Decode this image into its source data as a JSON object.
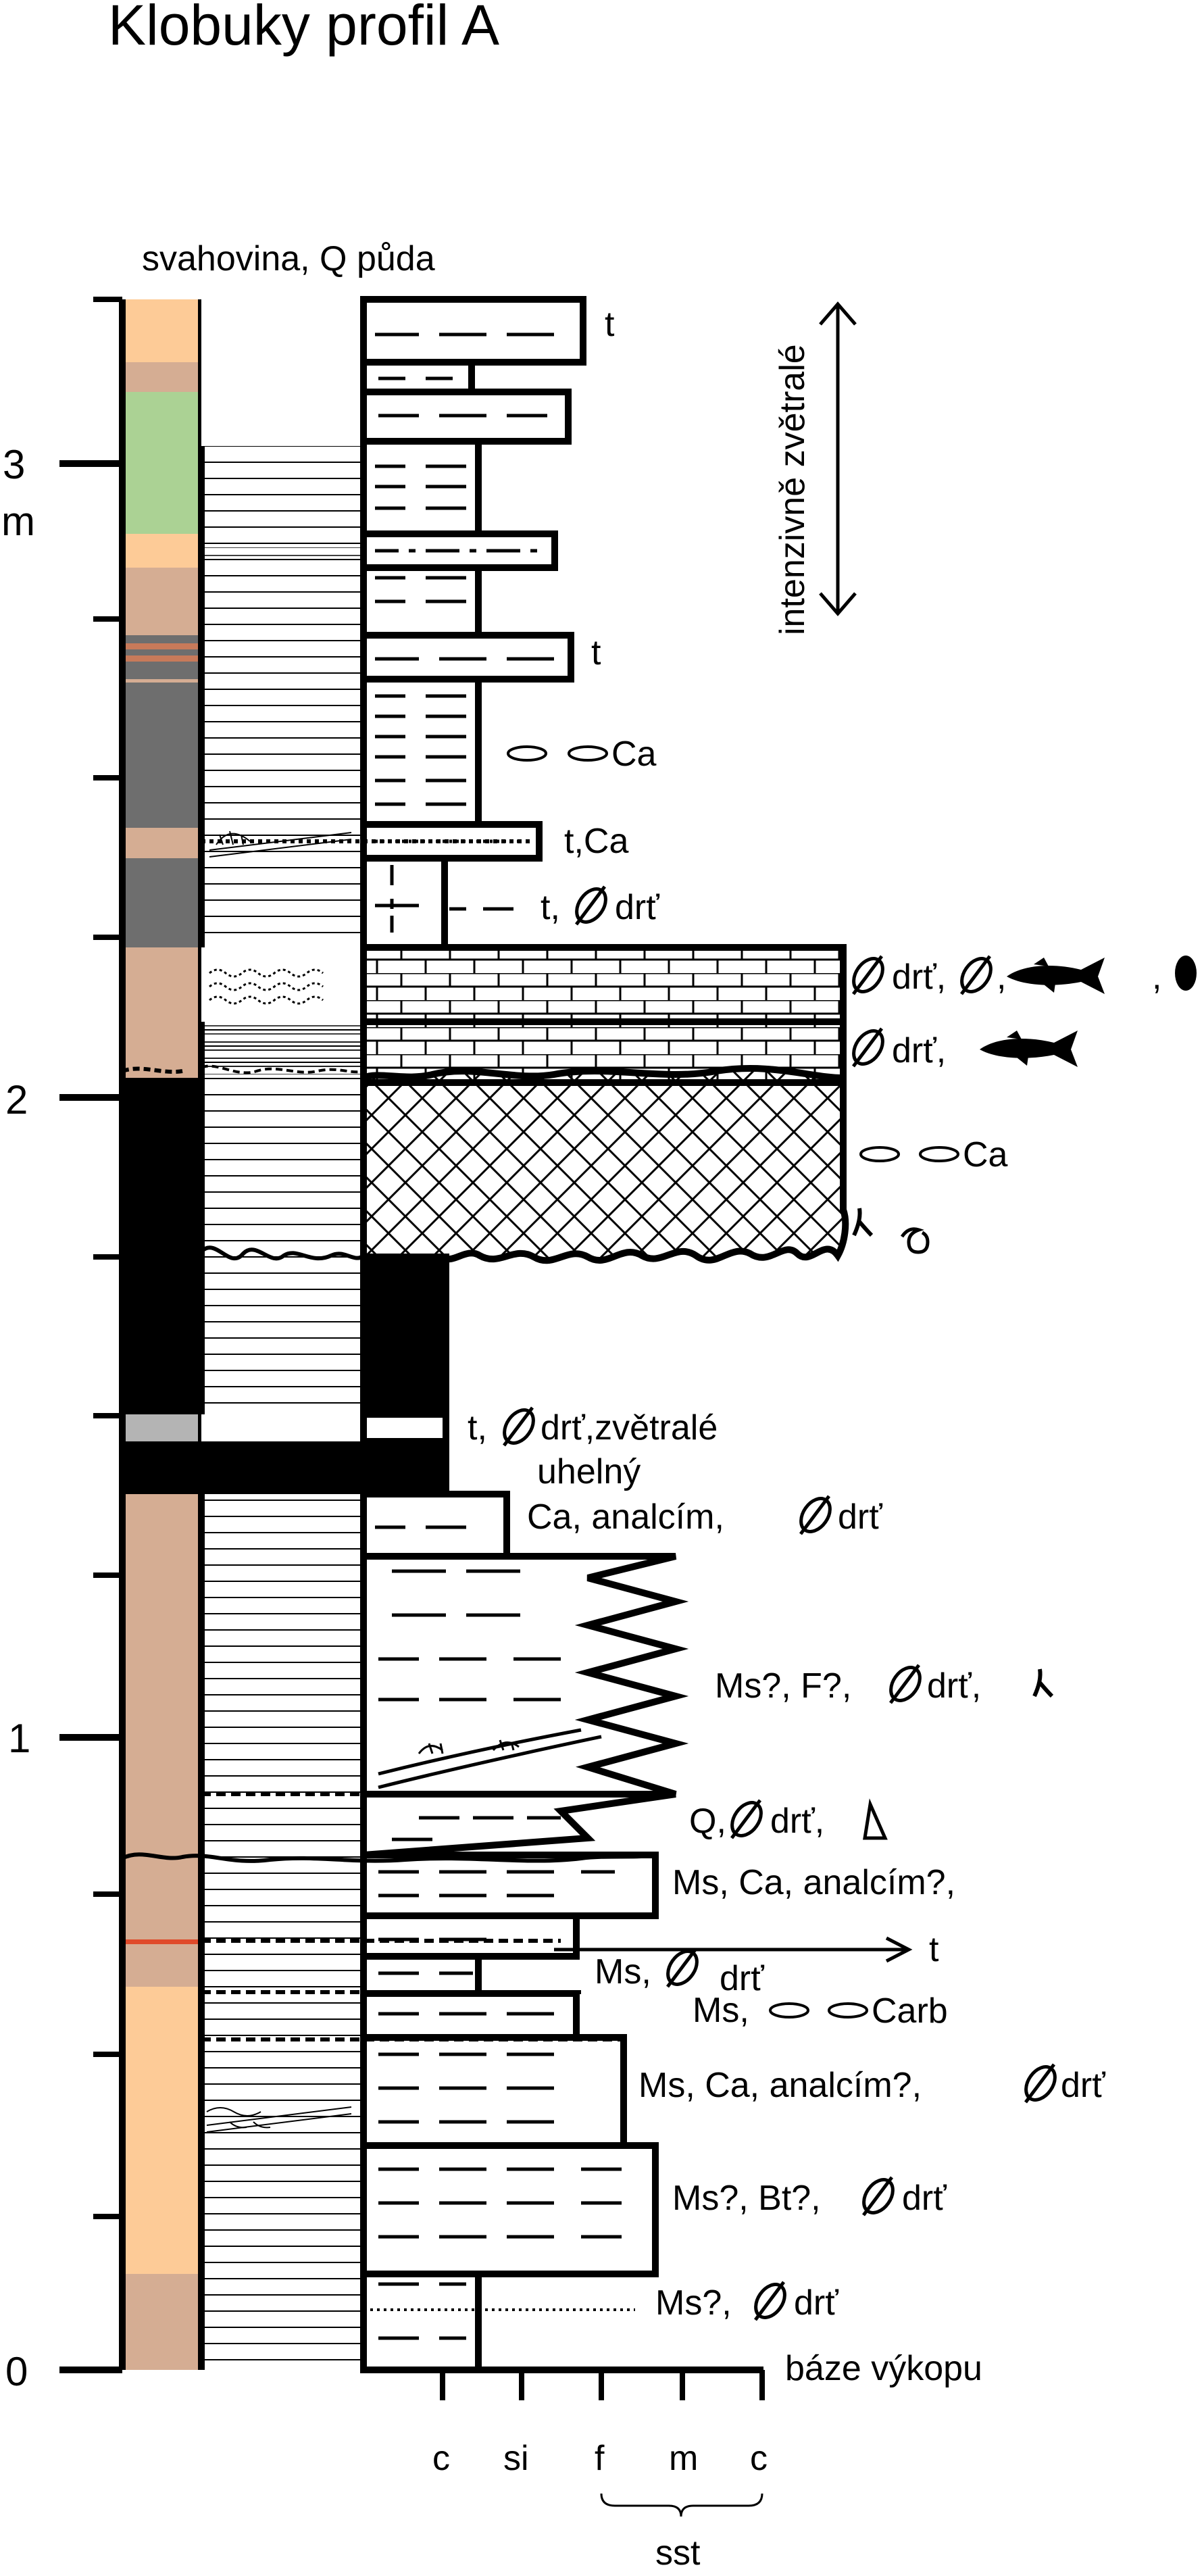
{
  "title": "Klobuky profil A",
  "top_label": "svahovina, Q půda",
  "side_label": "intenzivně zvětralé",
  "scale": {
    "ticks": [
      "0",
      "1",
      "2",
      "3"
    ],
    "unit": "m"
  },
  "grain_axis": {
    "labels": [
      "c",
      "si",
      "f",
      "m",
      "c"
    ],
    "sand_group": "sst",
    "base_label": "báze výkopu"
  },
  "annotations": {
    "a1": "t",
    "a2": "t",
    "a3": "Ca",
    "a4": "t,Ca",
    "a5": "t,",
    "a5b": "drť",
    "a6": "drť,",
    "a6b": ",",
    "a6c": ",",
    "a7": "drť,",
    "a8": "Ca",
    "a9": "t,",
    "a9b": "drť,zvětralé",
    "a10": "uhelný",
    "a11": "Ca, analcím,",
    "a11b": "drť",
    "a12": "Ms?, F?,",
    "a12b": "drť,",
    "a13": "Q,",
    "a13b": "drť,",
    "a14": "Ms, Ca, analcím?,",
    "a15": "Ms,",
    "a15b": "drť",
    "a15c": "t",
    "a16": "Ms,",
    "a16b": "Carb",
    "a17": "Ms, Ca, analcím?,",
    "a17b": "drť",
    "a18": "Ms?, Bt?,",
    "a18b": "drť",
    "a19": "Ms?,",
    "a19b": "drť"
  },
  "colors": {
    "tan": "#d5ad93",
    "peach": "#fdcb97",
    "green": "#abd294",
    "dark_gray": "#6e6e6e",
    "light_gray": "#b4b4b4",
    "orange_band": "#c87a5a",
    "red_band": "#e04a2a",
    "black": "#000000"
  }
}
